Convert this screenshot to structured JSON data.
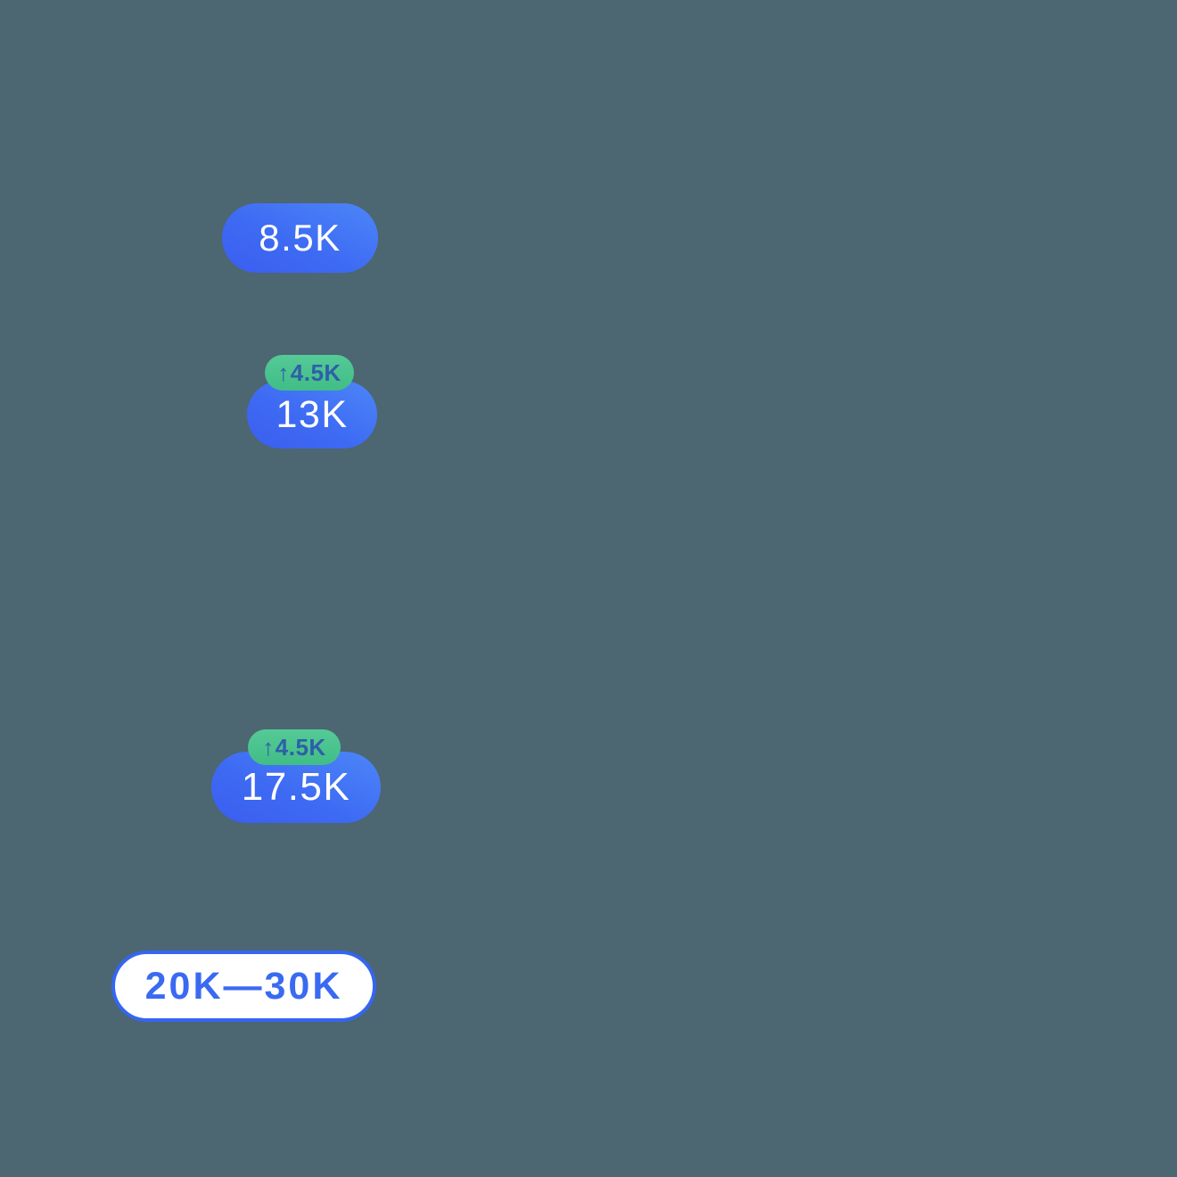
{
  "canvas": {
    "background_color": "#4c6672"
  },
  "palette": {
    "value_pill_gradient_top_right": "#4c86f8",
    "value_pill_gradient_bottom_left": "#3a5eef",
    "value_pill_text": "#ffffff",
    "delta_badge_green_top": "#55ca97",
    "delta_badge_green_bottom": "#41bd86",
    "delta_badge_text": "#2e5fa9",
    "range_pill_fill": "#ffffff",
    "range_pill_border": "#3465f3",
    "range_pill_text": "#3a6af2"
  },
  "value_badges": {
    "first": {
      "value": "8.5K"
    },
    "second": {
      "value": "13K",
      "delta_arrow": "↑",
      "delta_value": "4.5K"
    },
    "third": {
      "value": "17.5K",
      "delta_arrow": "↑",
      "delta_value": "4.5K"
    }
  },
  "range_badge": {
    "value": "20K—30K"
  }
}
